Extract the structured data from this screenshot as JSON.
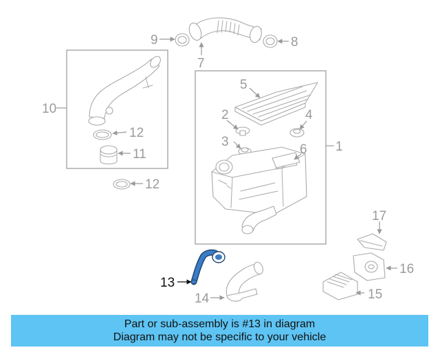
{
  "diagram": {
    "highlight_color": "#3a7cc7",
    "callouts": {
      "c1": "1",
      "c2": "2",
      "c3": "3",
      "c4": "4",
      "c5": "5",
      "c6": "6",
      "c7": "7",
      "c8": "8",
      "c9": "9",
      "c10": "10",
      "c11": "11",
      "c12a": "12",
      "c12b": "12",
      "c13": "13",
      "c14": "14",
      "c15": "15",
      "c16": "16",
      "c17": "17"
    }
  },
  "banner": {
    "line1": "Part or sub-assembly is #13 in diagram",
    "line2": "Diagram may not be specific to your vehicle"
  }
}
